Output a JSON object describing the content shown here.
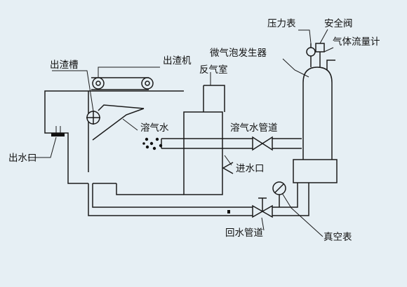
{
  "labels": {
    "slag_tank": "出渣槽",
    "slag_machine": "出渣机",
    "micro_bubble_generator": "微气泡发生器",
    "reaction_chamber": "反气室",
    "pressure_gauge": "压力表",
    "safety_valve": "安全阀",
    "gas_flowmeter": "气体流量计",
    "dissolved_air_water": "溶气水",
    "dissolved_air_pipe": "溶气水管道",
    "water_outlet": "出水口",
    "water_inlet": "进水口",
    "return_pipe": "回水管道",
    "vacuum_gauge": "真空表"
  },
  "colors": {
    "background": "#e6eff4",
    "line": "#1b1b1b"
  }
}
